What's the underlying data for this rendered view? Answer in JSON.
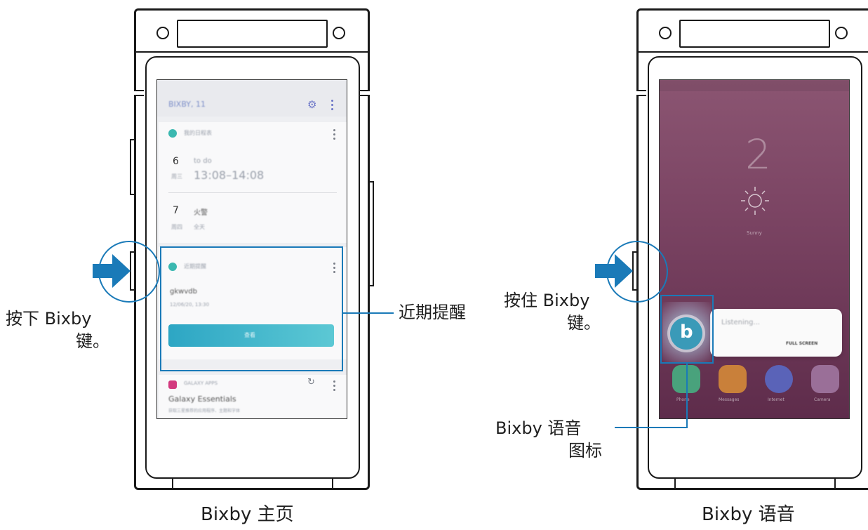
{
  "left_panel": {
    "header_text": "Bixby 主页",
    "callout_recent": "近期提醒",
    "press_label_line1": "按下 Bixby",
    "press_label_line2": "键。",
    "screen": {
      "header_title": "BIXBY, 11",
      "card1": {
        "title": "我的日程表",
        "row1_day": "6",
        "row1_weekday": "周三",
        "row1_title": "to do",
        "row1_time": "13:08–14:08",
        "row2_day": "7",
        "row2_weekday": "周四",
        "row2_title": "火警",
        "row2_time": "全天"
      },
      "card2": {
        "title": "近期提醒",
        "item_title": "gkwvdb",
        "item_time": "12/06/20, 13:30",
        "button_label": "查看"
      },
      "card3": {
        "title": "GALAXY APPS",
        "headline": "Galaxy Essentials",
        "subtext": "获取三星推荐的应用程序、主题和字体"
      }
    }
  },
  "right_panel": {
    "header_text": "Bixby 语音",
    "hold_label_line1": "按住 Bixby",
    "hold_label_line2": "键。",
    "voice_icon_label_line1": "Bixby 语音",
    "voice_icon_label_line2": "图标",
    "screen": {
      "clock_hour": "2",
      "weather": "Sunny",
      "listening_text": "Listening...",
      "full_screen_label": "FULL SCREEN",
      "dock": [
        "Phone",
        "Messages",
        "Internet",
        "Camera"
      ]
    }
  },
  "colors": {
    "accent_blue": "#1a7ab8",
    "teal_button": "#37b3c9",
    "callout_line": "#1a7ab8"
  }
}
